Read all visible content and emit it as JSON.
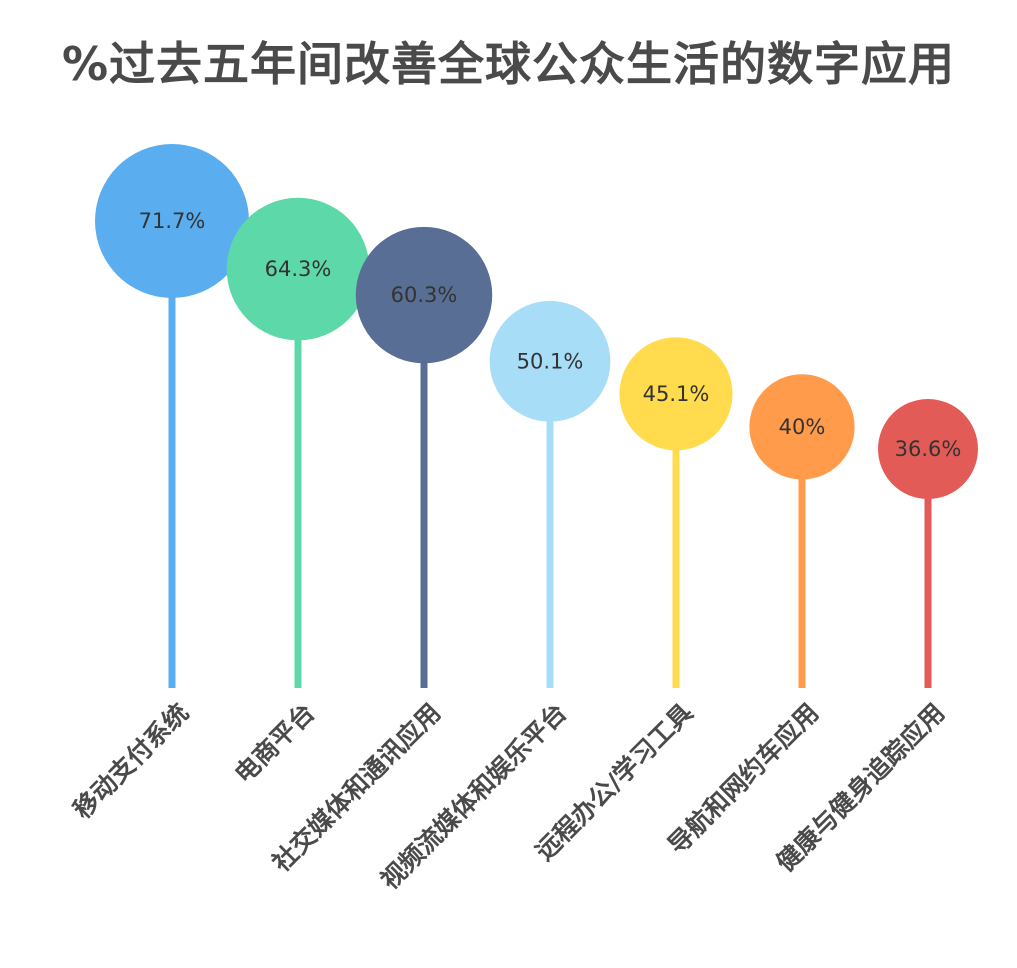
{
  "chart_data": {
    "type": "lollipop",
    "title": "%过去五年间改善全球公众生活的数字应用",
    "xlabel": "",
    "ylabel": "",
    "categories": [
      "移动支付系统",
      "电商平台",
      "社交媒体和通讯应用",
      "视频流媒体和娱乐平台",
      "远程办公/学习工具",
      "导航和网约车应用",
      "健康与健身追踪应用"
    ],
    "values": [
      71.7,
      64.3,
      60.3,
      50.1,
      45.1,
      40,
      36.6
    ],
    "value_labels": [
      "71.7%",
      "64.3%",
      "60.3%",
      "50.1%",
      "45.1%",
      "40%",
      "36.6%"
    ],
    "colors": [
      "#5aaef0",
      "#5dd8a9",
      "#596e94",
      "#a8ddf8",
      "#ffdb4d",
      "#ff9b4a",
      "#e35b57"
    ],
    "grid": false,
    "legend": "none"
  }
}
